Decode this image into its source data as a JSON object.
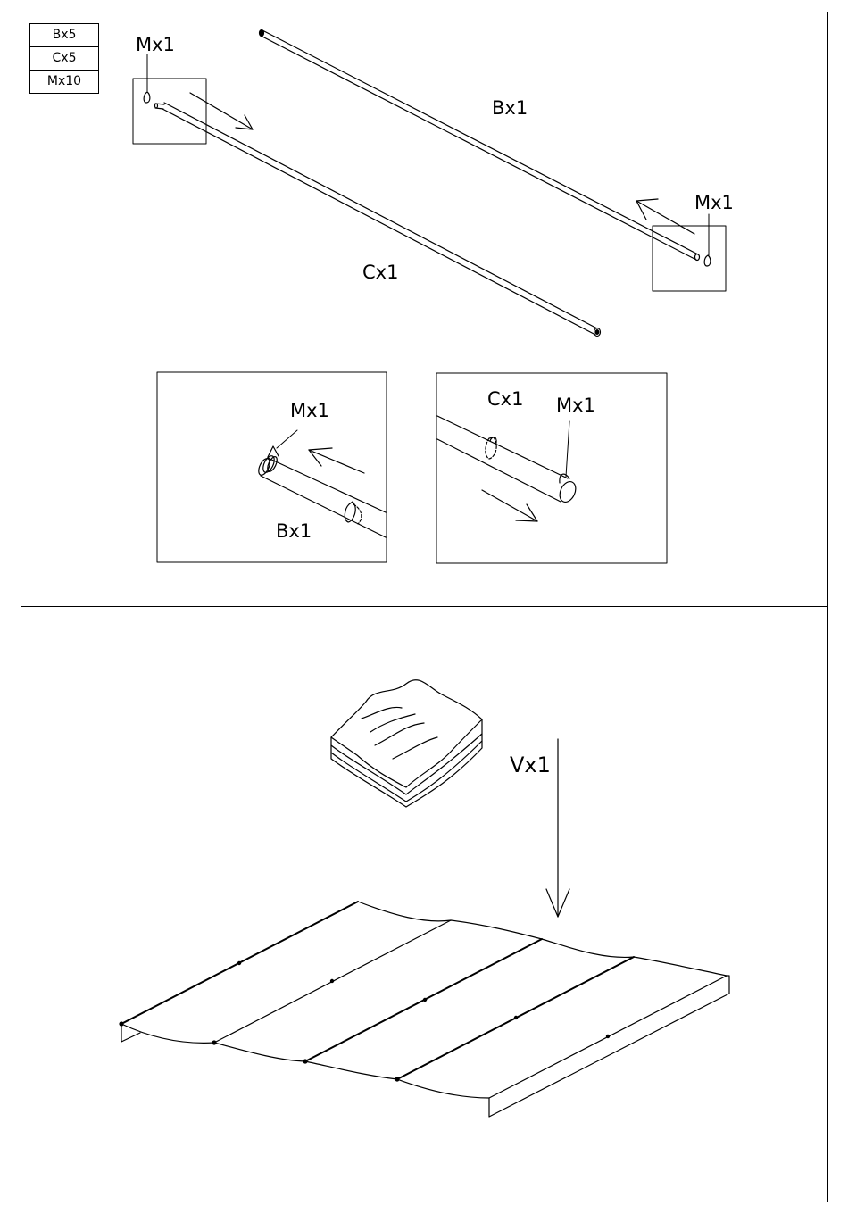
{
  "parts_list": [
    "Bx5",
    "Cx5",
    "Mx10"
  ],
  "step1": {
    "label_m_left": "Mx1",
    "label_b": "Bx1",
    "label_m_right": "Mx1",
    "label_c": "Cx1",
    "detail_left": {
      "label_m": "Mx1",
      "label_b": "Bx1"
    },
    "detail_right": {
      "label_c": "Cx1",
      "label_m": "Mx1"
    }
  },
  "step2": {
    "label_v": "Vx1"
  }
}
